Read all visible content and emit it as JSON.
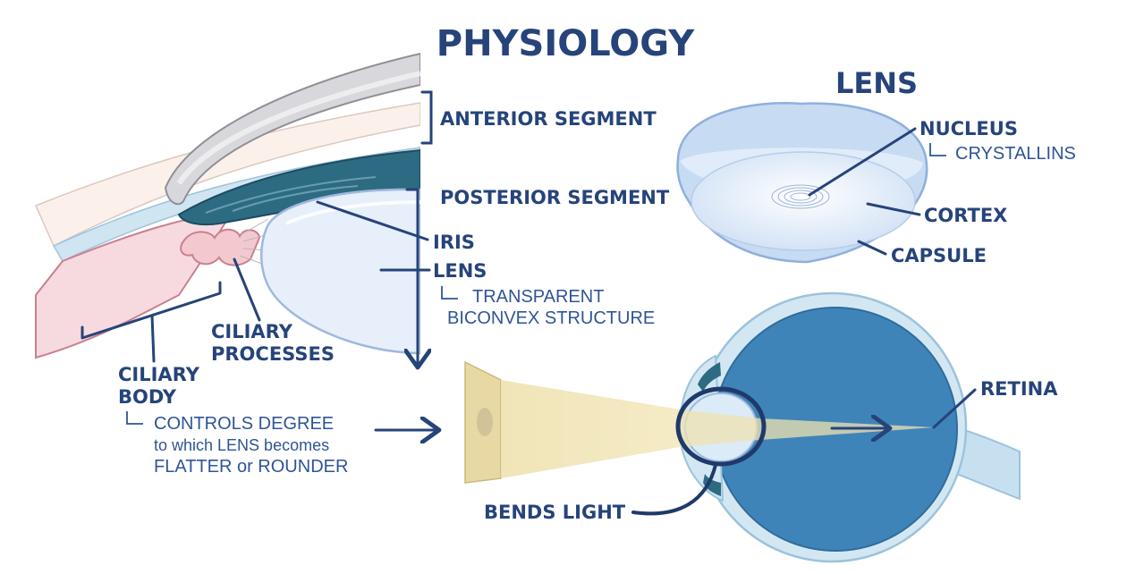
{
  "title": "PHYSIOLOGY",
  "left_panel": {
    "anterior_segment": "ANTERIOR SEGMENT",
    "posterior_segment": "POSTERIOR SEGMENT",
    "iris": "IRIS",
    "lens": "LENS",
    "lens_desc_line1": "TRANSPARENT",
    "lens_desc_line2": "BICONVEX STRUCTURE",
    "ciliary_processes_line1": "CILIARY",
    "ciliary_processes_line2": "PROCESSES",
    "ciliary_body_line1": "CILIARY",
    "ciliary_body_line2": "BODY",
    "ciliary_desc_line1": "CONTROLS DEGREE",
    "ciliary_desc_line2": "to which LENS becomes",
    "ciliary_desc_line3": "FLATTER or ROUNDER"
  },
  "lens_panel": {
    "title": "LENS",
    "nucleus": "NUCLEUS",
    "crystallins": "CRYSTALLINS",
    "cortex": "CORTEX",
    "capsule": "CAPSULE"
  },
  "eye_panel": {
    "retina": "RETINA",
    "bends_light": "BENDS LIGHT"
  },
  "colors": {
    "label_dark": "#26447a",
    "label_blue": "#2f5596",
    "eye_blue": "#3f84b8",
    "lens_blue": "#d7e6f7",
    "light_beam": "#efe2b0",
    "iris_teal": "#2d6b82",
    "ciliary_pink": "#f3c9cf"
  },
  "icons": [
    "arrow-right-icon",
    "arrow-down-icon"
  ]
}
